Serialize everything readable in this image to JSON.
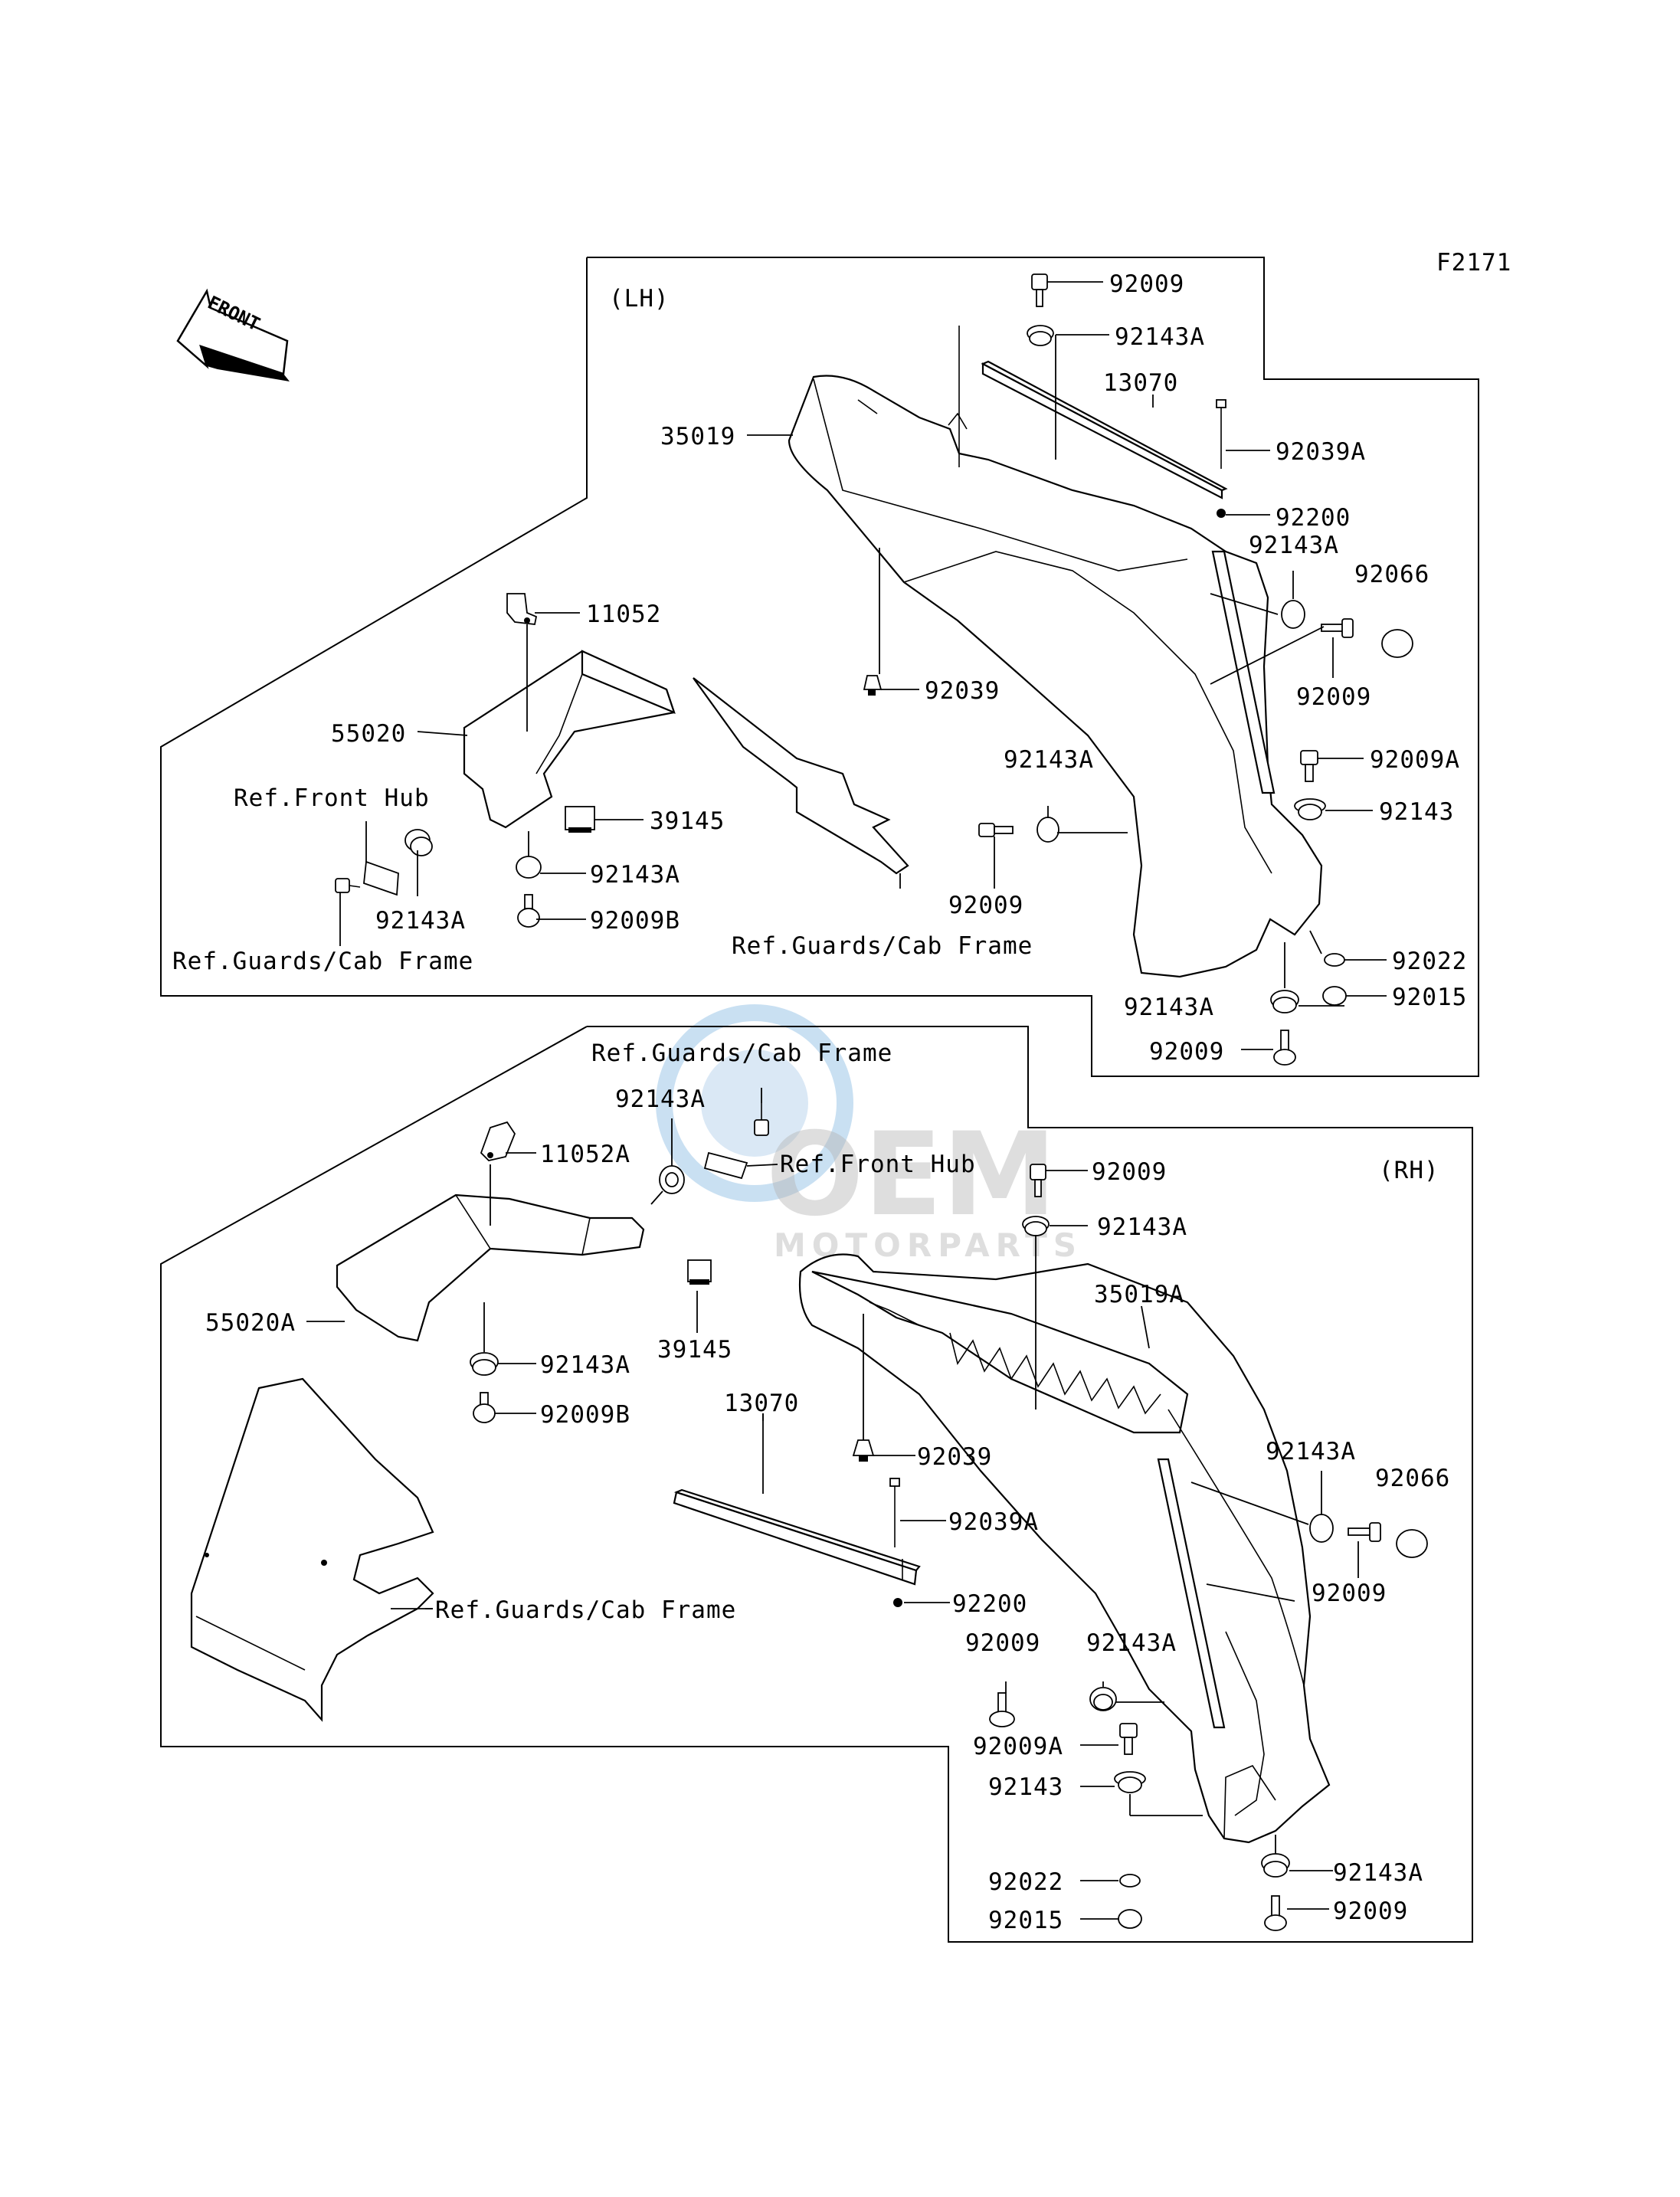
{
  "figure_code": "F2171",
  "front_badge": "FRONT",
  "watermark": {
    "brand": "OEM",
    "sub": "MOTORPARTS"
  },
  "panels": {
    "lh": {
      "title": "(LH)",
      "labels": {
        "p92009_top": "92009",
        "p92143A_top": "92143A",
        "p13070": "13070",
        "p92039A": "92039A",
        "p35019": "35019",
        "p92200": "92200",
        "p92143A_r": "92143A",
        "p92066": "92066",
        "p11052": "11052",
        "p92009_r": "92009",
        "p92039": "92039",
        "p55020": "55020",
        "p92143A_mid": "92143A",
        "p92009A": "92009A",
        "ref_front_hub": "Ref.Front Hub",
        "p39145": "39145",
        "p92143": "92143",
        "p92143A_a": "92143A",
        "p92009_mid": "92009",
        "p92143A_b": "92143A",
        "p92009B": "92009B",
        "ref_guards_1": "Ref.Guards/Cab Frame",
        "p92022": "92022",
        "ref_guards_2": "Ref.Guards/Cab Frame",
        "p92143A_bot": "92143A",
        "p92015": "92015",
        "p92009_bot": "92009"
      }
    },
    "rh": {
      "title": "(RH)",
      "labels": {
        "ref_guards_top": "Ref.Guards/Cab Frame",
        "p92143A_top": "92143A",
        "p11052A": "11052A",
        "ref_front_hub": "Ref.Front Hub",
        "p92009_top": "92009",
        "p92143A_2": "92143A",
        "p35019A": "35019A",
        "p55020A": "55020A",
        "p92143A_l": "92143A",
        "p39145": "39145",
        "p92009B": "92009B",
        "p13070": "13070",
        "p92039": "92039",
        "p92143A_r": "92143A",
        "p92066": "92066",
        "p92039A": "92039A",
        "p92009_r": "92009",
        "ref_guards_bot": "Ref.Guards/Cab Frame",
        "p92200": "92200",
        "p92009_mid": "92009",
        "p92143A_mid": "92143A",
        "p92009A": "92009A",
        "p92143": "92143",
        "p92143A_bot": "92143A",
        "p92022": "92022",
        "p92009_bot": "92009",
        "p92015": "92015"
      }
    }
  }
}
